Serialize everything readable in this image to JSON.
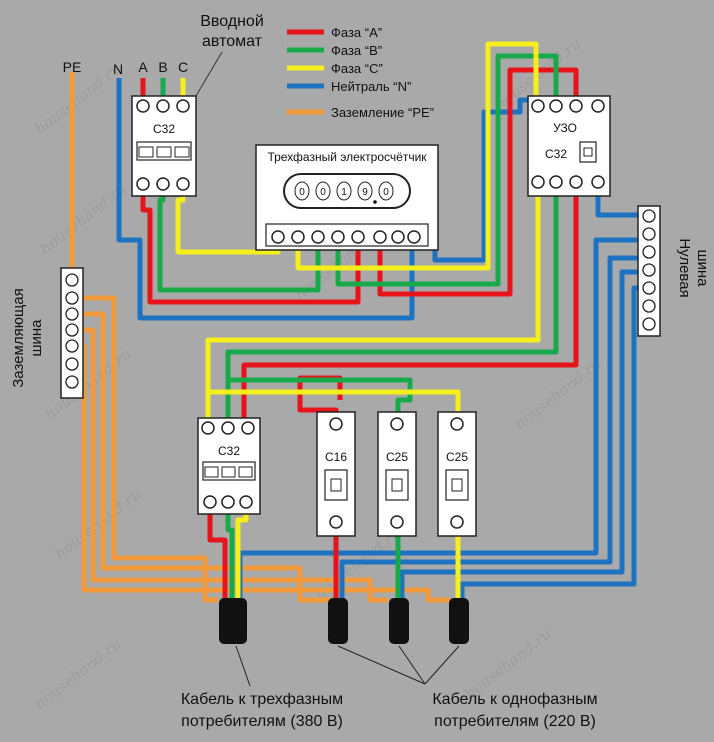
{
  "labels": {
    "input_breaker_line1": "Вводной",
    "input_breaker_line2": "автомат",
    "pe": "PE",
    "n": "N",
    "phase_a": "A",
    "phase_b": "B",
    "phase_c": "C",
    "rating_c32": "C32",
    "rating_c16": "C16",
    "rating_c25": "C25",
    "rcd": "УЗО",
    "meter_title": "Трехфазный электросчётчик",
    "meter_digits": [
      "0",
      "0",
      "1",
      "9",
      "0"
    ],
    "ground_bus_line1": "Заземляющая",
    "ground_bus_line2": "шина",
    "neutral_bus_line1": "Нулевая",
    "neutral_bus_line2": "шина",
    "cable3_line1": "Кабель к трехфазным",
    "cable3_line2": "потребителям (380 В)",
    "cable1_line1": "Кабель к однофазным",
    "cable1_line2": "потребителям (220 В)"
  },
  "watermark": "househand.ru",
  "legend": [
    {
      "label": "Фаза “A”",
      "color": "#e8141b"
    },
    {
      "label": "Фаза “B”",
      "color": "#18a94a"
    },
    {
      "label": "Фаза “C”",
      "color": "#f4ee1a"
    },
    {
      "label": "Нейтраль “N”",
      "color": "#1d72c2"
    },
    {
      "label": "Заземление “PE”",
      "color": "#f29a3c"
    }
  ],
  "colors": {
    "phase_a": "#e8141b",
    "phase_b": "#18a94a",
    "phase_c": "#f4ee1a",
    "neutral": "#1d72c2",
    "pe": "#f29a3c",
    "background": "#a9a9a9"
  }
}
